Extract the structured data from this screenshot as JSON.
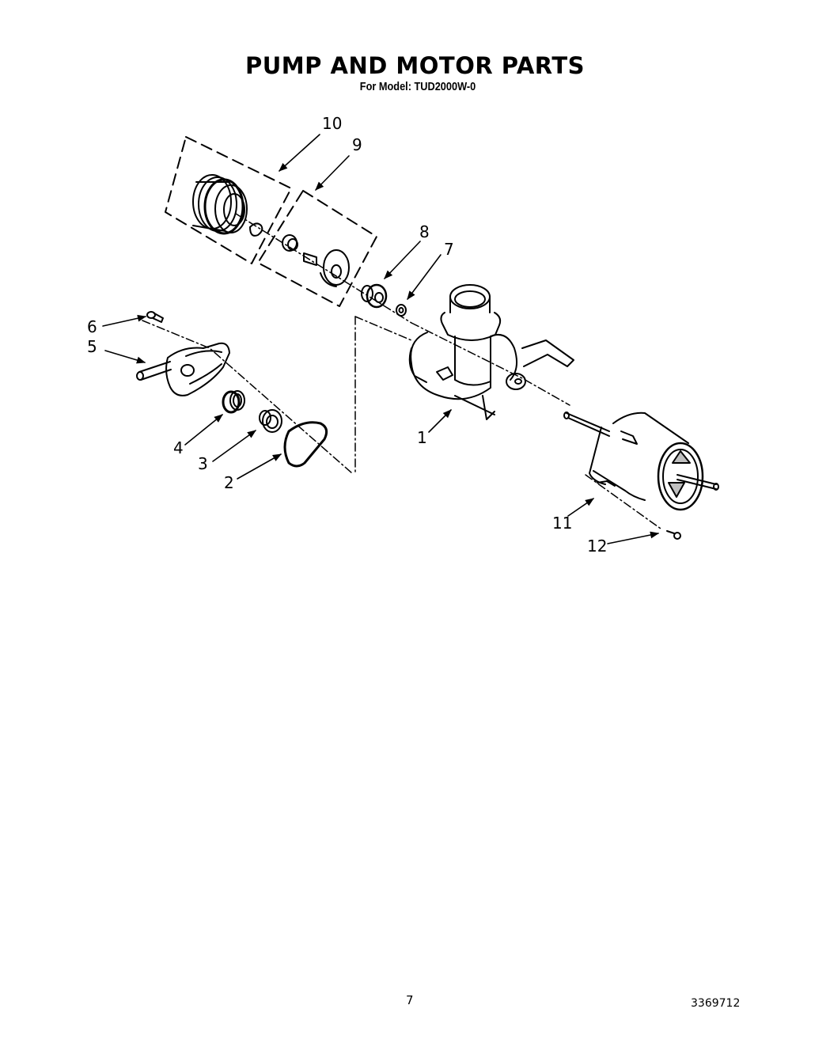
{
  "page": {
    "title": "PUMP AND MOTOR PARTS",
    "subtitle": "For Model: TUD2000W-0",
    "page_number": "7",
    "document_code": "3369712"
  },
  "callouts": [
    {
      "id": "1",
      "label": "1",
      "part": "pump-housing"
    },
    {
      "id": "2",
      "label": "2",
      "part": "gasket-ring"
    },
    {
      "id": "3",
      "label": "3",
      "part": "seal"
    },
    {
      "id": "4",
      "label": "4",
      "part": "bearing"
    },
    {
      "id": "5",
      "label": "5",
      "part": "cover-plate"
    },
    {
      "id": "6",
      "label": "6",
      "part": "screw"
    },
    {
      "id": "7",
      "label": "7",
      "part": "washer"
    },
    {
      "id": "8",
      "label": "8",
      "part": "seal-assembly"
    },
    {
      "id": "9",
      "label": "9",
      "part": "impeller-kit"
    },
    {
      "id": "10",
      "label": "10",
      "part": "impeller-cover-kit"
    },
    {
      "id": "11",
      "label": "11",
      "part": "motor"
    },
    {
      "id": "12",
      "label": "12",
      "part": "motor-screw"
    }
  ]
}
